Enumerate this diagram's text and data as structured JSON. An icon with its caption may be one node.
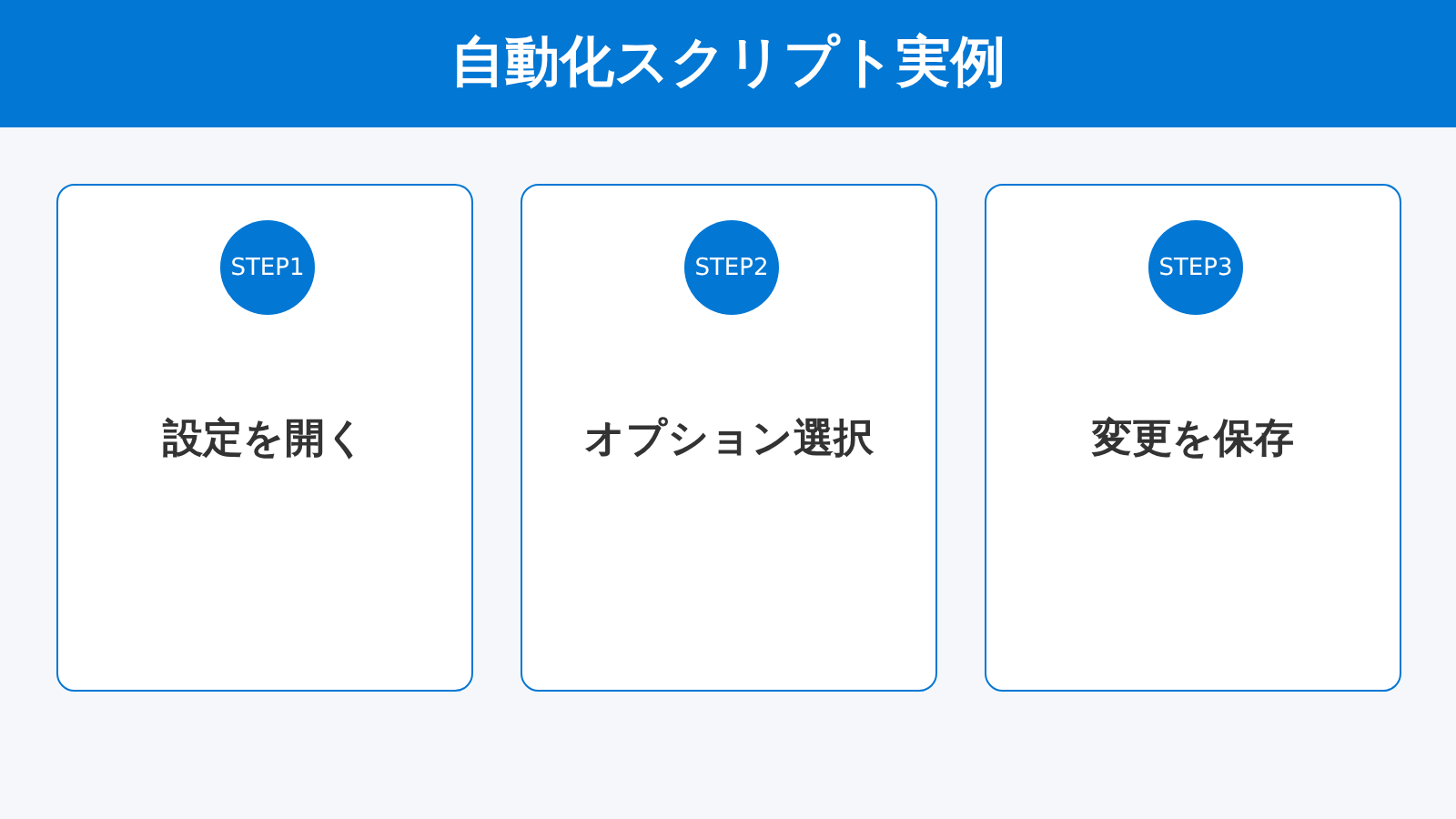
{
  "diagram": {
    "title": "自動化スクリプト実例",
    "nodes": [
      {
        "text": [
          "設定を開く"
        ]
      },
      {
        "text": [
          "STEP1"
        ],
        "in": 0
      },
      {
        "text": [
          "オプション選択"
        ]
      },
      {
        "text": [
          "STEP2"
        ],
        "in": 2
      },
      {
        "text": [
          "変更を保存"
        ]
      },
      {
        "text": [
          "STEP3"
        ],
        "in": 4
      }
    ]
  }
}
